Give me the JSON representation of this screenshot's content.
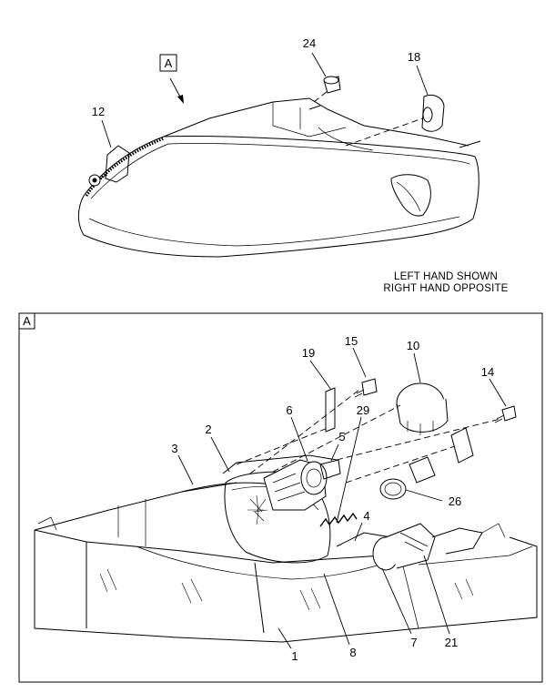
{
  "view_marker": "A",
  "detail_frame_marker": "A",
  "note": {
    "line1": "LEFT HAND SHOWN",
    "line2": "RIGHT HAND OPPOSITE"
  },
  "callouts": {
    "c24": "24",
    "c18": "18",
    "c12": "12",
    "c19": "19",
    "c15": "15",
    "c10": "10",
    "c14": "14",
    "c6": "6",
    "c2": "2",
    "c3": "3",
    "c5": "5",
    "c29": "29",
    "c4": "4",
    "c26": "26",
    "c1": "1",
    "c8": "8",
    "c7": "7",
    "c21": "21"
  }
}
